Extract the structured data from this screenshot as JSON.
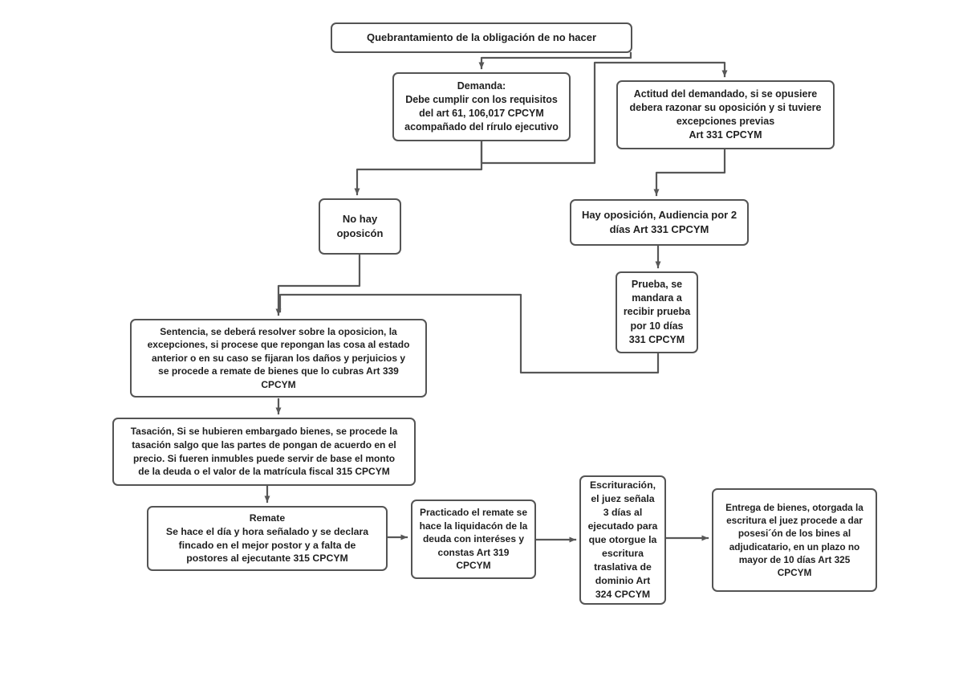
{
  "diagram": {
    "type": "flowchart",
    "language": "es",
    "colors": {
      "background": "#ffffff",
      "box_fill": "#ffffff",
      "box_border": "#545454",
      "connector": "#575757",
      "text": "#1f1f1f"
    },
    "nodes": [
      {
        "id": "quebrantamiento",
        "label": "Quebrantamiento de la obligación de no hacer"
      },
      {
        "id": "demanda",
        "label": "Demanda:\nDebe cumplir con los requisitos\ndel art 61, 106,017 CPCYM\nacompañado del rírulo ejecutivo"
      },
      {
        "id": "actitud",
        "label": "Actitud del demandado, si se opusiere\ndebera razonar su oposición y si tuviere\nexcepciones previas\nArt 331 CPCYM"
      },
      {
        "id": "no-hay-oposicion",
        "label": "No hay\noposicón"
      },
      {
        "id": "hay-oposicion",
        "label": "Hay oposición, Audiencia por 2\ndías Art 331 CPCYM"
      },
      {
        "id": "prueba",
        "label": "Prueba, se\nmandara a\nrecibir prueba\npor 10 días\n331 CPCYM"
      },
      {
        "id": "sentencia",
        "label": "Sentencia, se deberá resolver sobre la oposicion, la\nexcepciones, si procese que repongan las cosa al estado\nanterior o en su caso se fijaran los daños y perjuicios y\nse procede a remate de bienes que lo cubras Art 339\nCPCYM"
      },
      {
        "id": "tasacion",
        "label": "Tasación, Si se hubieren embargado bienes, se procede la\ntasación salgo que las partes de pongan de acuerdo en el\nprecio. Si fueren inmubles puede servir de base el monto\nde la deuda o el valor de la matrícula fiscal 315 CPCYM"
      },
      {
        "id": "remate",
        "label": "Remate\nSe hace el día y hora señalado y se declara\nfincado en el mejor postor y a falta de\npostores al ejecutante 315 CPCYM"
      },
      {
        "id": "practicado",
        "label": "Practicado el remate se\nhace la liquidacón de la\ndeuda con interéses y\nconstas Art 319\nCPCYM"
      },
      {
        "id": "escrituracion",
        "label": "Escrituración,\nel juez señala\n3 días al\nejecutado para\nque otorgue la\nescritura\ntraslativa de\ndominio Art\n324 CPCYM"
      },
      {
        "id": "entrega",
        "label": "Entrega de bienes, otorgada la\nescritura  el juez procede a dar\nposesi´ón de los bines al\nadjudicatario, en un plazo no\nmayor de 10 días Art 325\nCPCYM"
      }
    ],
    "edges": [
      {
        "from": "quebrantamiento",
        "to": "demanda"
      },
      {
        "from": "demanda",
        "to": "actitud"
      },
      {
        "from": "demanda",
        "to": "no-hay-oposicion"
      },
      {
        "from": "actitud",
        "to": "hay-oposicion"
      },
      {
        "from": "hay-oposicion",
        "to": "prueba"
      },
      {
        "from": "no-hay-oposicion",
        "to": "sentencia"
      },
      {
        "from": "prueba",
        "to": "sentencia"
      },
      {
        "from": "sentencia",
        "to": "tasacion"
      },
      {
        "from": "tasacion",
        "to": "remate"
      },
      {
        "from": "remate",
        "to": "practicado"
      },
      {
        "from": "practicado",
        "to": "escrituracion"
      },
      {
        "from": "escrituracion",
        "to": "entrega"
      }
    ]
  }
}
